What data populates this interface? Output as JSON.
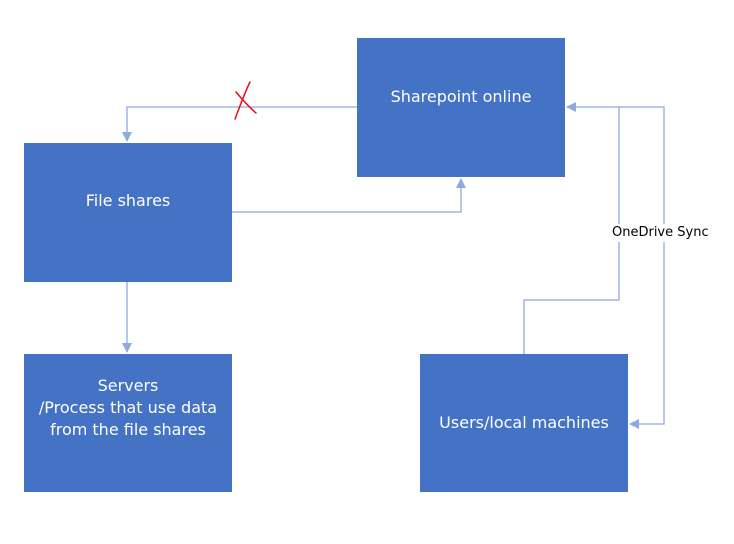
{
  "nodes": {
    "sharepoint": {
      "label": "Sharepoint online"
    },
    "file_shares": {
      "label": "File shares"
    },
    "servers": {
      "label": "Servers\n/Process that use data\nfrom the file shares"
    },
    "users": {
      "label": "Users/local machines"
    }
  },
  "edges": {
    "onedrive_sync_label": "OneDrive Sync"
  },
  "colors": {
    "box_fill": "#4472c4",
    "connector": "#8faadc",
    "blocked_mark": "#e0101a",
    "text_on_box": "#ffffff"
  },
  "icons": {
    "blocked_mark": "x-cross-icon"
  }
}
